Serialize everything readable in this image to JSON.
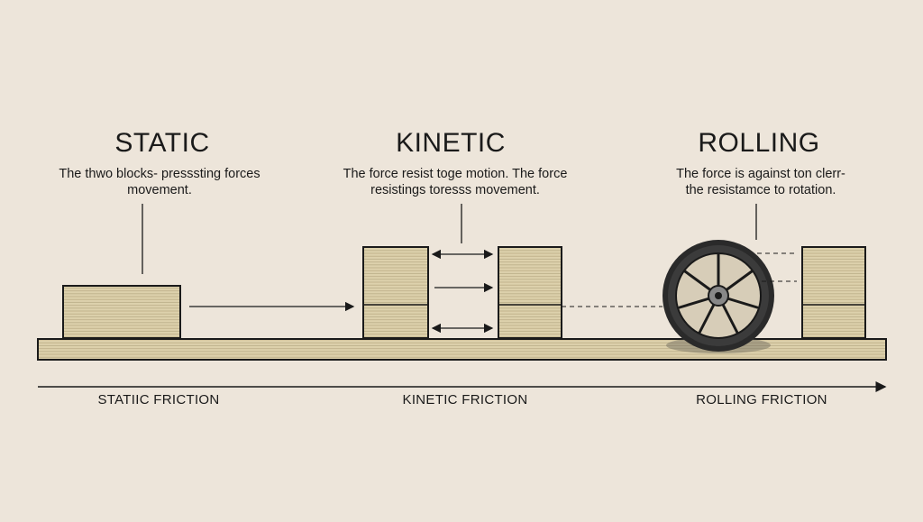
{
  "panels": [
    {
      "title": "STATIC",
      "desc_line1": "The thwo blocks- presssting forces",
      "desc_line2": "movement."
    },
    {
      "title": "KINETIC",
      "desc_line1": "The force resist toge motion.  The force",
      "desc_line2": "resistings toresss movement."
    },
    {
      "title": "ROLLING",
      "desc_line1": "The force is against ton clerr-",
      "desc_line2": "the resistamce to rotation."
    }
  ],
  "axis_labels": [
    "STATIIC FRICTION",
    "KINETIC FRICTION",
    "ROLLING FRICTION"
  ],
  "colors": {
    "background": "#ede5da",
    "wood": "#ddd1ac",
    "wood_grain": "#b9ac85",
    "ink": "#1a1a1a"
  }
}
